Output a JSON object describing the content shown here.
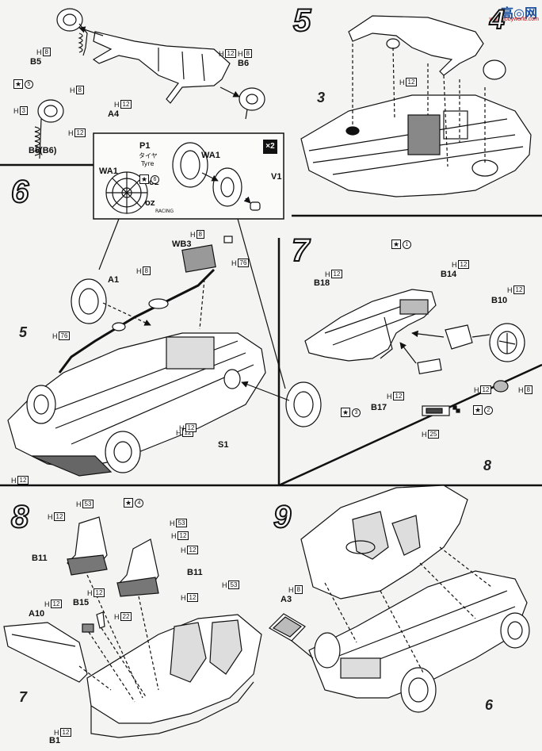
{
  "watermark": {
    "logo": "高◎网",
    "url": "ww.hobbyworld.com"
  },
  "steps": {
    "s4": "4",
    "s5": "5",
    "s6": "6",
    "s7": "7",
    "s8": "8",
    "s9": "9"
  },
  "subassemblies": {
    "sa3": "3",
    "sa5": "5",
    "sa7": "7",
    "sa8": "8",
    "sa6": "6"
  },
  "qty_badge": "×2",
  "tyre_label": {
    "jp": "タイヤ",
    "en": "Tyre"
  },
  "wheel_brand": {
    "oz1": "OZ",
    "oz2": "OZ",
    "racing": "RACING"
  },
  "labels": {
    "B5": "B5",
    "B6": "B6",
    "A4": "A4",
    "B5B6": "B5(B6)",
    "P1": "P1",
    "WA1a": "WA1",
    "WA1b": "WA1",
    "V1": "V1",
    "WB3": "WB3",
    "A1": "A1",
    "S1": "S1",
    "B18": "B18",
    "B14": "B14",
    "B10": "B10",
    "B17": "B17",
    "B11a": "B11",
    "B11b": "B11",
    "B15": "B15",
    "A10": "A10",
    "B1": "B1",
    "A3": "A3"
  },
  "codes": {
    "c1": "8",
    "c2": "8",
    "c3": "12",
    "c4": "3",
    "c5": "12",
    "c6": "8",
    "c7": "12",
    "c8": "8",
    "c9": "76",
    "c10": "8",
    "c11": "76",
    "c12": "12",
    "c13": "12",
    "c14": "12",
    "c15": "12",
    "c16": "12",
    "c17": "12",
    "c18": "8",
    "c19": "12",
    "c20": "25",
    "c21": "53",
    "c22": "12",
    "c23": "53",
    "c24": "12",
    "c25": "12",
    "c26": "12",
    "c27": "12",
    "c28": "22",
    "c29": "53",
    "c30": "12",
    "c31": "12",
    "c32": "8",
    "c33": "12",
    "c34": "12"
  },
  "paint_marks": {
    "p5": "5",
    "p6": "6",
    "p1": "1",
    "p3": "3",
    "p2": "2",
    "p4": "4"
  },
  "code_prefix": "H"
}
